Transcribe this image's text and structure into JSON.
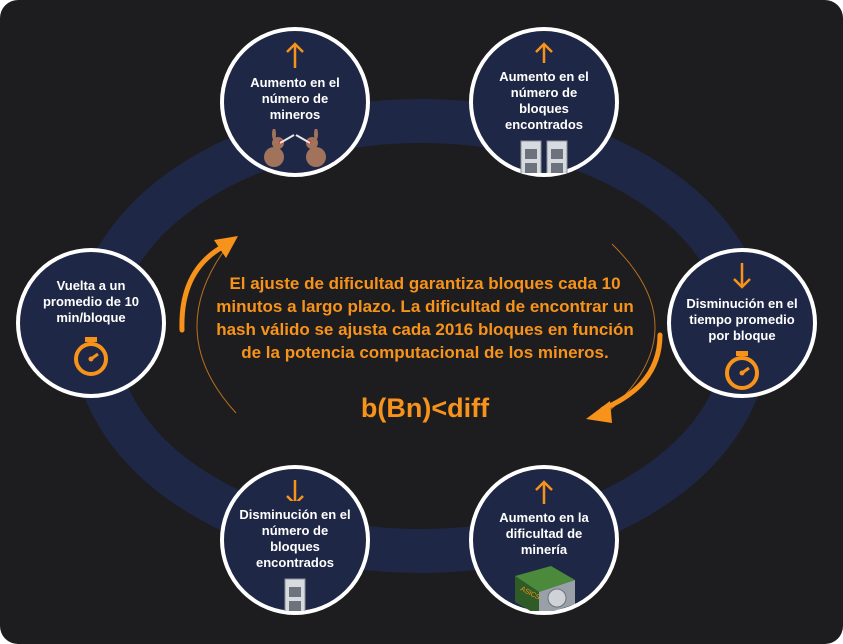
{
  "colors": {
    "background": "#1d1d20",
    "ring": "#1f2746",
    "accent": "#f7931a",
    "node_border": "#ffffff"
  },
  "center": {
    "description": "El ajuste de dificultad garantiza bloques cada 10 minutos a largo plazo. La dificultad de encontrar un hash válido se ajusta cada 2016 bloques en función de la potencia computacional de los mineros.",
    "formula": "b(Bn)<diff"
  },
  "nodes": {
    "miners_up": {
      "label": "Aumento en el número de mineros",
      "direction": "up",
      "icon": "miners-icon"
    },
    "blocks_up": {
      "label": "Aumento en el número de bloques encontrados",
      "direction": "up",
      "icon": "servers-icon"
    },
    "time_down": {
      "label": "Disminución en el tiempo promedio por bloque",
      "direction": "down",
      "icon": "stopwatch-icon"
    },
    "difficulty_up": {
      "label": "Aumento en la dificultad de minería",
      "direction": "up",
      "icon": "asic-icon",
      "asic_text": "ASICS"
    },
    "blocks_down": {
      "label": "Disminución en el número de bloques encontrados",
      "direction": "down",
      "icon": "server-icon"
    },
    "return_10": {
      "label": "Vuelta a un promedio de 10 min/bloque",
      "direction": "none",
      "icon": "stopwatch-icon"
    }
  }
}
